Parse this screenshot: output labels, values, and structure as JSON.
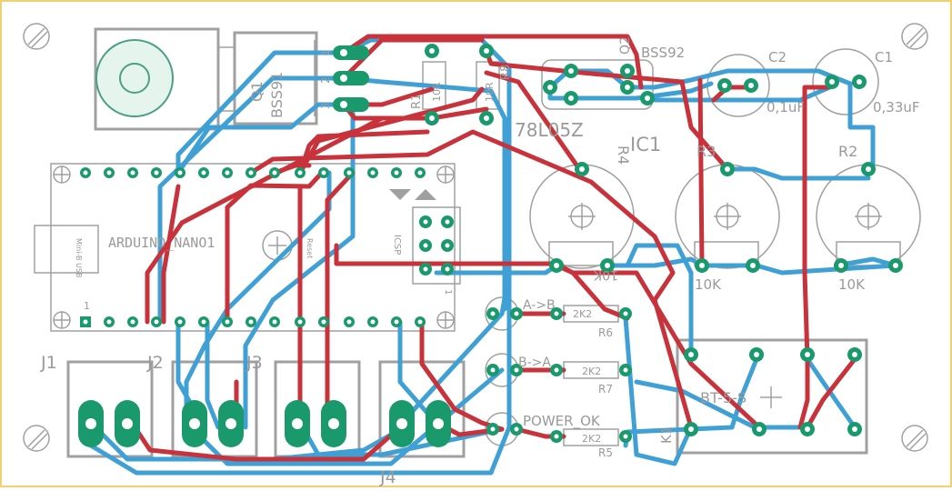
{
  "colors": {
    "top_trace": "#c8323a",
    "bottom_trace": "#3fa0d6",
    "silkscreen": "#a0a0a0",
    "pad": "#1a9a6c",
    "board_outline": "#f0d070"
  },
  "labels": {
    "j1": "J1",
    "j2": "J2",
    "j3": "J3",
    "j4": "J4",
    "q1": "Q1",
    "ss91": "BSS91",
    "q2": "Q2",
    "bss92": "BSS92",
    "pin1": "1",
    "pin2": "2",
    "pin3": "3",
    "r1": "R1",
    "r1_val": "10R",
    "r8": "R8",
    "r8_val": "10R",
    "reg": "78L05Z",
    "ic1": "IC1",
    "c2": "C2",
    "c2_val": "0,1uF",
    "c1": "C1",
    "c1_val": "0,33uF",
    "r4": "R4",
    "r3": "R3",
    "r2": "R2",
    "r4_val": "10K",
    "r3_val": "10K",
    "r2_val": "10K",
    "arduino": "ARDUINO_NANO1",
    "usb": "Mini-B USB",
    "reset": "Reset",
    "icsp": "ICSP",
    "icsp_pin": "1",
    "nano_pin1": "1",
    "led_ab": "A->B",
    "led_ba": "B->A",
    "led_power": "POWER_OK",
    "r6": "R6",
    "r6_val": "2K2",
    "r7": "R7",
    "r7_val": "2K2",
    "r5": "R5",
    "r5_val": "2K2",
    "k1": "K1",
    "relay": "BT-5-S"
  }
}
